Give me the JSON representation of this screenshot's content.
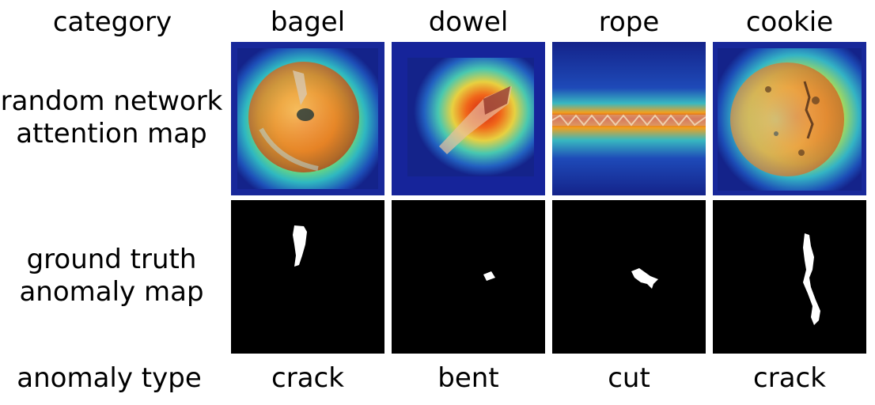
{
  "header": {
    "corner_label": "category",
    "categories": [
      "bagel",
      "dowel",
      "rope",
      "cookie"
    ]
  },
  "rows": {
    "attention": {
      "label_line1": "random network",
      "label_line2": "attention map"
    },
    "ground_truth": {
      "label_line1": "ground truth",
      "label_line2": "anomaly map"
    }
  },
  "footer": {
    "corner_label": "anomaly type",
    "anomaly_types": [
      "crack",
      "bent",
      "cut",
      "crack"
    ]
  },
  "colors": {
    "heat_low": "#1a2b9e",
    "heat_mid": "#2fb8c0",
    "heat_high": "#e23b1a",
    "mask_bg": "#000000",
    "mask_fg": "#ffffff"
  }
}
